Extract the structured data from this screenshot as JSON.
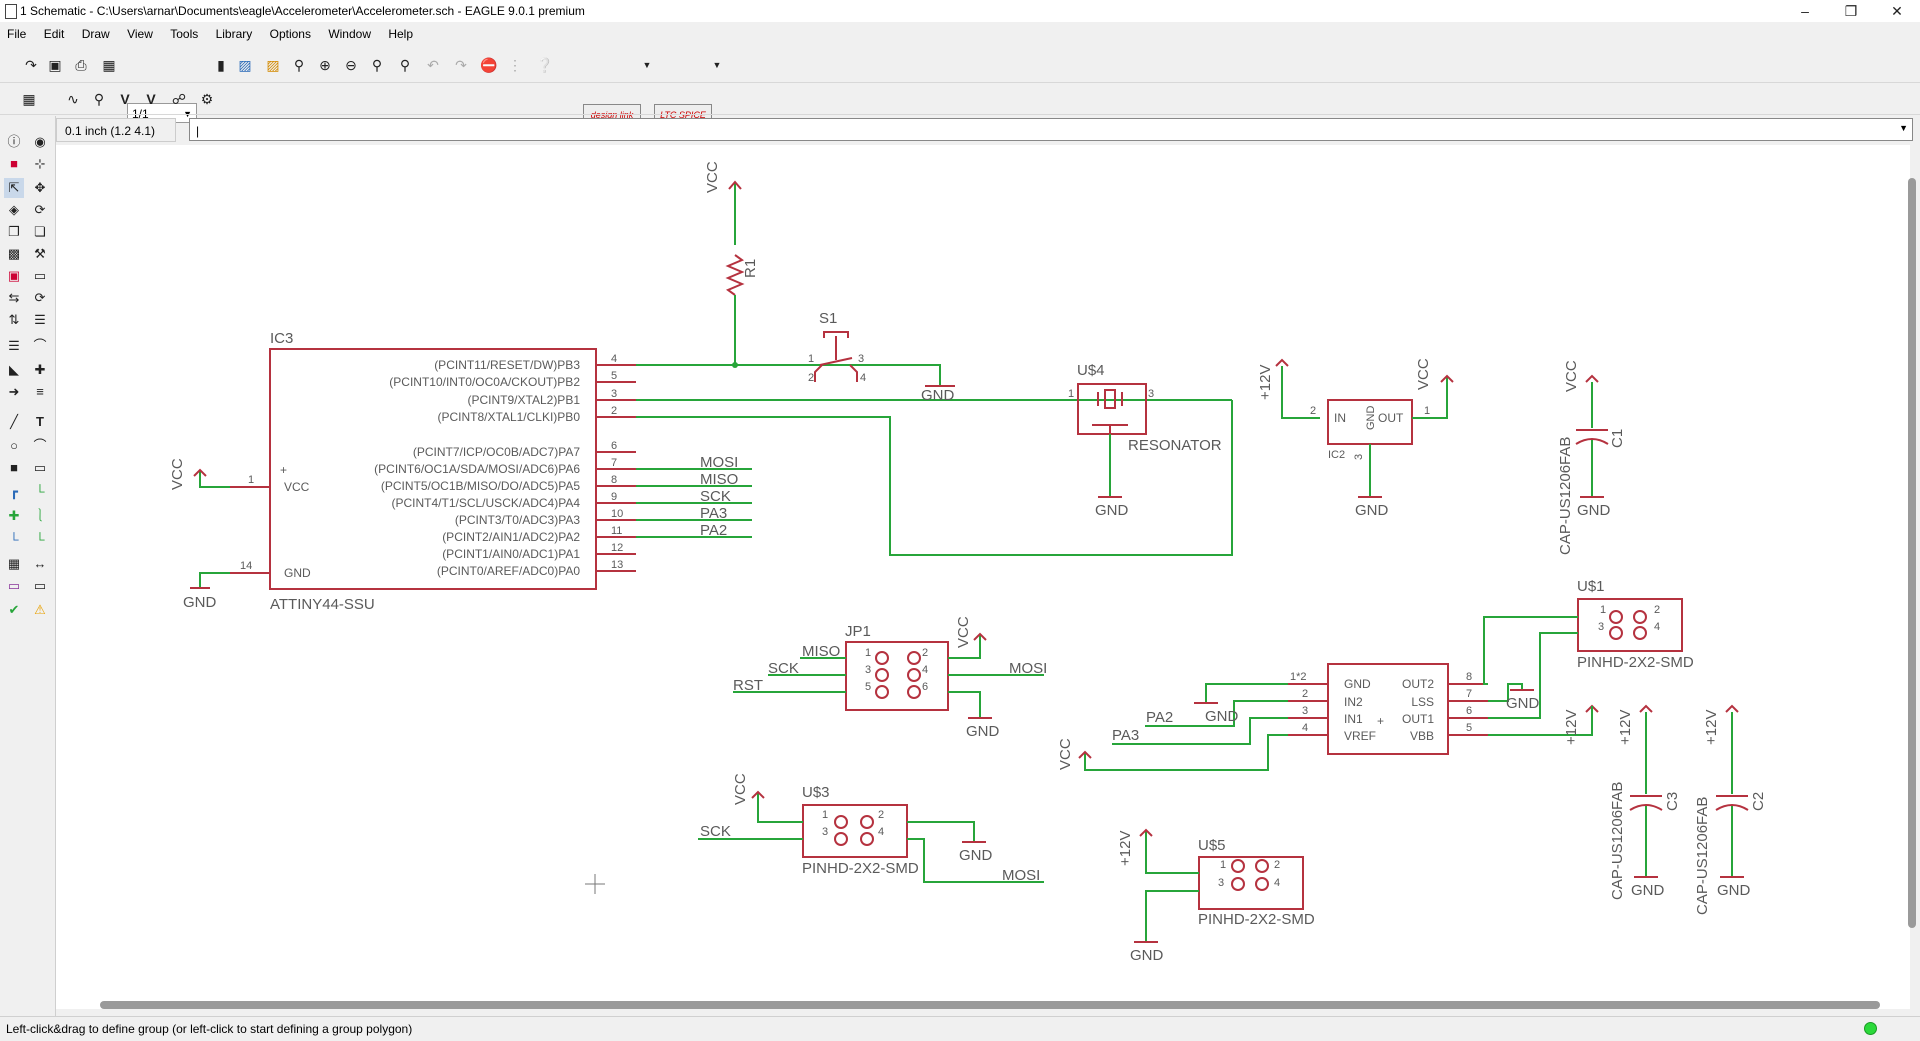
{
  "window": {
    "title": "1 Schematic - C:\\Users\\arnar\\Documents\\eagle\\Accelerometer\\Accelerometer.sch - EAGLE 9.0.1 premium"
  },
  "menu": [
    "File",
    "Edit",
    "Draw",
    "View",
    "Tools",
    "Library",
    "Options",
    "Window",
    "Help"
  ],
  "toolbar": {
    "sheet": "1/1",
    "designlink": "design link",
    "ltspice": "LTC SPICE"
  },
  "grid_label": "0.1 inch (1.2 4.1)",
  "command": {
    "value": "|"
  },
  "status": "Left-click&drag to define group (or left-click to start defining a group polygon)",
  "schematic": {
    "ic3": {
      "name": "IC3",
      "part": "ATTINY44-SSU",
      "left_pins": [
        {
          "num": "1",
          "name": "VCC"
        },
        {
          "num": "14",
          "name": "GND"
        }
      ],
      "right_pins": [
        {
          "num": "4",
          "name": "(PCINT11/RESET/DW)PB3"
        },
        {
          "num": "5",
          "name": "(PCINT10/INT0/OC0A/CKOUT)PB2"
        },
        {
          "num": "3",
          "name": "(PCINT9/XTAL2)PB1"
        },
        {
          "num": "2",
          "name": "(PCINT8/XTAL1/CLKI)PB0"
        },
        {
          "num": "6",
          "name": "(PCINT7/ICP/OC0B/ADC7)PA7"
        },
        {
          "num": "7",
          "name": "(PCINT6/OC1A/SDA/MOSI/ADC6)PA6"
        },
        {
          "num": "8",
          "name": "(PCINT5/OC1B/MISO/DO/ADC5)PA5"
        },
        {
          "num": "9",
          "name": "(PCINT4/T1/SCL/USCK/ADC4)PA4"
        },
        {
          "num": "10",
          "name": "(PCINT3/T0/ADC3)PA3"
        },
        {
          "num": "11",
          "name": "(PCINT2/AIN1/ADC2)PA2"
        },
        {
          "num": "12",
          "name": "(PCINT1/AIN0/ADC1)PA1"
        },
        {
          "num": "13",
          "name": "(PCINT0/AREF/ADC0)PA0"
        }
      ],
      "nets": [
        "MOSI",
        "MISO",
        "SCK",
        "PA3",
        "PA2"
      ]
    },
    "labels": {
      "vcc": "VCC",
      "gnd": "GND",
      "v12": "+12V",
      "r1": "R1",
      "s1": "S1",
      "u4": "U$4",
      "resonator": "RESONATOR",
      "ic2": "IC2",
      "in": "IN",
      "out": "OUT",
      "c1": "C1",
      "c2": "C2",
      "c3": "C3",
      "cap": "CAP-US1206FAB",
      "u1": "U$1",
      "u3": "U$3",
      "u5": "U$5",
      "pinhd": "PINHD-2X2-SMD",
      "jp1": "JP1",
      "mosi": "MOSI",
      "miso": "MISO",
      "sck": "SCK",
      "rst": "RST",
      "pa2": "PA2",
      "pa3": "PA3"
    },
    "driver": {
      "left_pins": [
        {
          "num": "1*2",
          "name": "GND"
        },
        {
          "num": "2",
          "name": "IN2"
        },
        {
          "num": "3",
          "name": "IN1"
        },
        {
          "num": "4",
          "name": "VREF"
        }
      ],
      "right_pins": [
        {
          "num": "8",
          "name": "OUT2"
        },
        {
          "num": "7",
          "name": "LSS"
        },
        {
          "num": "6",
          "name": "OUT1"
        },
        {
          "num": "5",
          "name": "VBB"
        }
      ]
    },
    "colors": {
      "symbol": "#b5323f",
      "net": "#27a53a",
      "text": "#5a5a5a"
    }
  }
}
